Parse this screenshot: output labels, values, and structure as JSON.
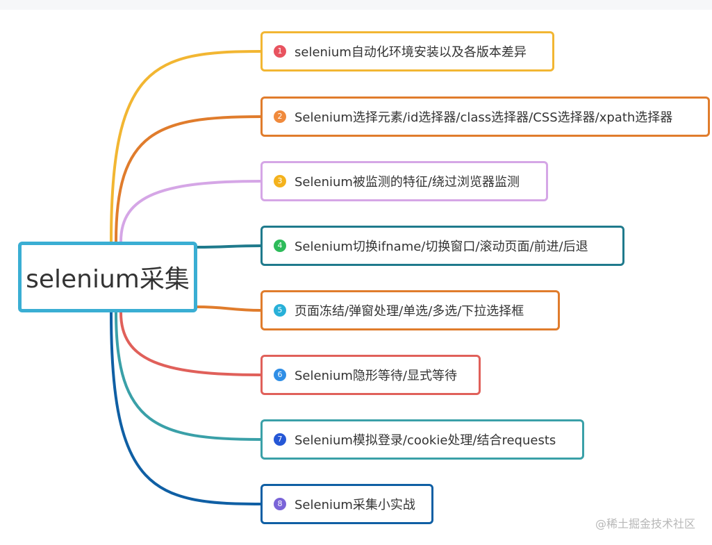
{
  "root": {
    "label": "selenium采集",
    "border_color": "#3aaed3"
  },
  "branches": [
    {
      "num": "1",
      "text": "selenium自动化环境安装以及各版本差异",
      "color": "#f2b632",
      "badge": "#e8535f"
    },
    {
      "num": "2",
      "text": "Selenium选择元素/id选择器/class选择器/CSS选择器/xpath选择器",
      "color": "#e07c2c",
      "badge": "#f08a3c"
    },
    {
      "num": "3",
      "text": "Selenium被监测的特征/绕过浏览器监测",
      "color": "#d5a6e6",
      "badge": "#f4b21c"
    },
    {
      "num": "4",
      "text": "Selenium切换ifname/切换窗口/滚动页面/前进/后退",
      "color": "#1f7a8c",
      "badge": "#2dbb5a"
    },
    {
      "num": "5",
      "text": "页面冻结/弹窗处理/单选/多选/下拉选择框",
      "color": "#e07c2c",
      "badge": "#28b0d8"
    },
    {
      "num": "6",
      "text": "Selenium隐形等待/显式等待",
      "color": "#e0605a",
      "badge": "#2f8ee6"
    },
    {
      "num": "7",
      "text": "Selenium模拟登录/cookie处理/结合requests",
      "color": "#3aa0a8",
      "badge": "#2557d6"
    },
    {
      "num": "8",
      "text": "Selenium采集小实战",
      "color": "#0f5fa4",
      "badge": "#7a64d8"
    }
  ],
  "watermark": "@稀土掘金技术社区"
}
